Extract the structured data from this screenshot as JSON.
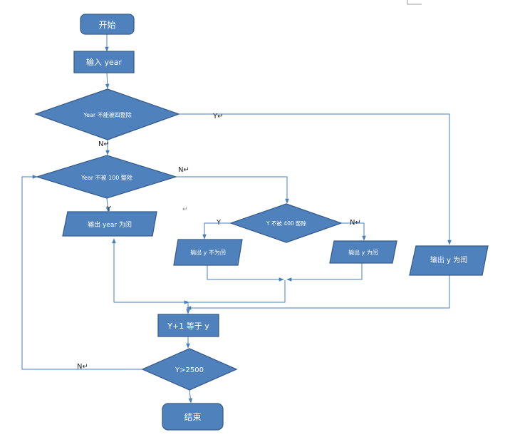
{
  "nodes": {
    "start": "开始",
    "input_year": "输入 year",
    "check_div4": "Year 不能被四整除",
    "check_div100": "Year 不被 100 整除",
    "output_leap_left": "输出 year 为闰",
    "check_div400": "Y 不被 400 整除",
    "output_not_leap": "输出 y 不为闰",
    "output_leap_mid": "输出 y 为闰",
    "output_leap_right": "输出 y 为闰",
    "increment": "Y+1 等于 y",
    "check_limit": "Y>2500",
    "end": "结束"
  },
  "edge_labels": {
    "div4_yes": "Y↵",
    "div4_no": "N↵",
    "div100_no": "N↵",
    "div100_yes": "Y",
    "div400_yes": "Y",
    "div400_no": "N↵",
    "limit_no": "N↵"
  },
  "marks": {
    "paragraph": "↵"
  },
  "colors": {
    "shape_fill": "#4f81bd",
    "shape_stroke": "#385d8a",
    "connector": "#4a7ebb"
  }
}
